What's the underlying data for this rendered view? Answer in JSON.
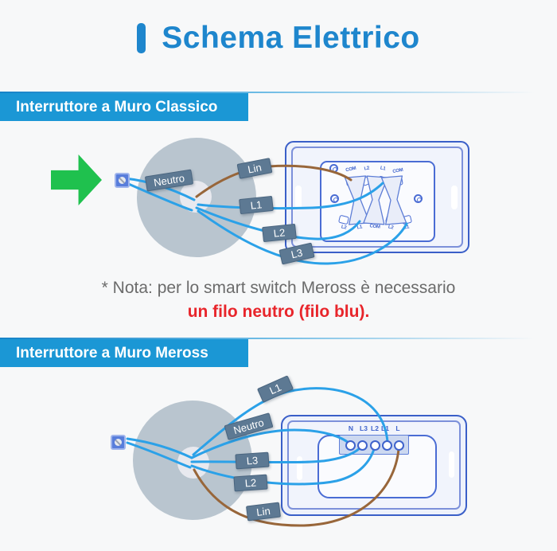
{
  "header": {
    "title": "Schema Elettrico"
  },
  "section_classic": {
    "banner": "Interruttore a Muro Classico",
    "wire_labels": [
      {
        "text": "Neutro"
      },
      {
        "text": "Lin"
      },
      {
        "text": "L1"
      },
      {
        "text": "L2"
      },
      {
        "text": "L3"
      }
    ],
    "switch_terminals_top": [
      "COM",
      "L2",
      "L1",
      "COM"
    ],
    "switch_terminals_bottom": [
      "L2",
      "L1",
      "COM",
      "L2",
      "L1"
    ]
  },
  "note": {
    "line1": "* Nota: per lo smart switch Meross è necessario",
    "line2": "un filo neutro (filo blu)."
  },
  "section_meross": {
    "banner": "Interruttore a Muro Meross",
    "wire_labels": [
      {
        "text": "L1"
      },
      {
        "text": "Neutro"
      },
      {
        "text": "L3"
      },
      {
        "text": "L2"
      },
      {
        "text": "Lin"
      }
    ],
    "terminal_labels": [
      "N",
      "L3",
      "L2",
      "L1",
      "L"
    ]
  },
  "colors": {
    "accent": "#1e86cd",
    "banner_blue": "#1b97d5",
    "wire_blue": "#2ba1e8",
    "wire_brown": "#98663a",
    "label_bg": "#5d7993",
    "label_border": "#4a657f",
    "note_red": "#e8252b",
    "note_gray": "#6b6b6b",
    "green": "#1fc14e",
    "plate_border": "#3a5fc8",
    "terminal_blue": "#3f63cc",
    "circle_gray": "#b9c5cf",
    "circle_inner": "#e8e9ef"
  }
}
